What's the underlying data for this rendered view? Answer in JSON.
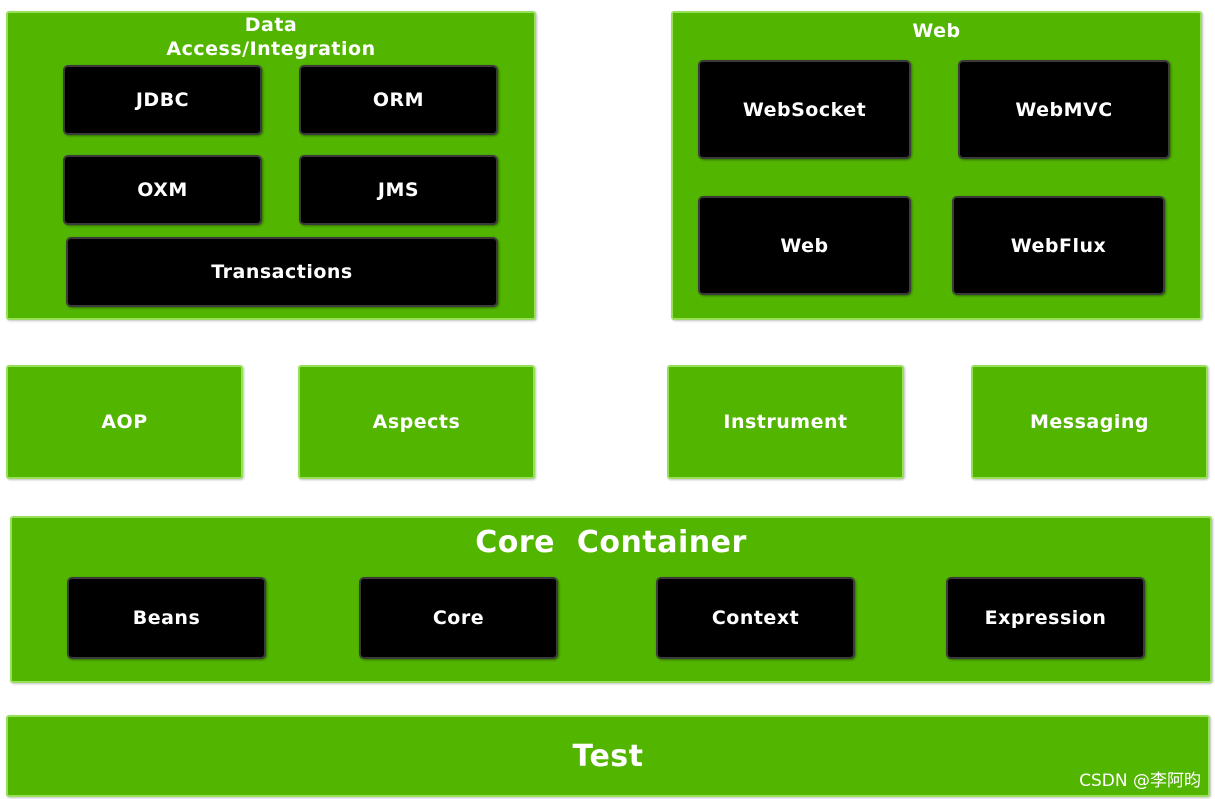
{
  "colors": {
    "module_green": "#52b500",
    "component_black": "#000000"
  },
  "data_access": {
    "title_line1": "Data",
    "title_line2": "Access/Integration",
    "jdbc": "JDBC",
    "orm": "ORM",
    "oxm": "OXM",
    "jms": "JMS",
    "transactions": "Transactions"
  },
  "web": {
    "title": "Web",
    "websocket": "WebSocket",
    "webmvc": "WebMVC",
    "web": "Web",
    "webflux": "WebFlux"
  },
  "middle": {
    "aop": "AOP",
    "aspects": "Aspects",
    "instrument": "Instrument",
    "messaging": "Messaging"
  },
  "core_container": {
    "title": "Core  Container",
    "beans": "Beans",
    "core": "Core",
    "context": "Context",
    "expression": "Expression"
  },
  "test": {
    "title": "Test"
  },
  "watermark": "CSDN @李阿昀"
}
